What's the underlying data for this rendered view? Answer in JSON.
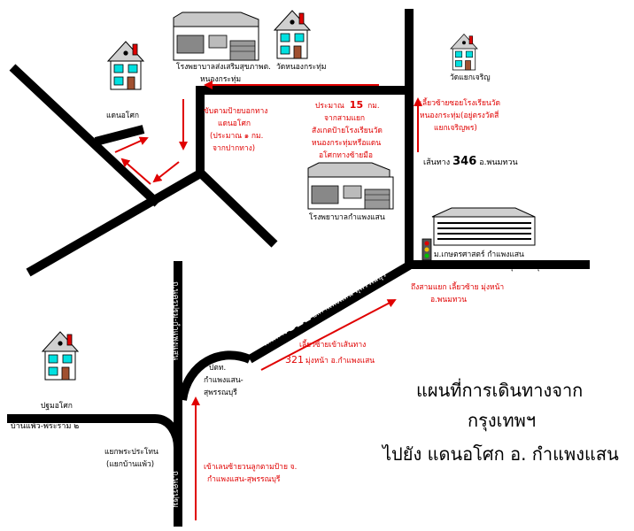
{
  "title": {
    "line1": "แผนที่การเดินทางจาก",
    "line2": "กรุงเทพฯ",
    "line3": "ไปยัง แดนอโศก อ. กำแพงแสน"
  },
  "places": {
    "daen_asok": "แดนอโศก",
    "pathom_asok": "ปฐมอโศก",
    "hospital_health": "โรงพยาบาลส่งเสริมสุขภาพต.",
    "hospital_health_2": "หนองกระทุ่ม",
    "wat_nongkrathum": "วัดหนองกระทุ่ม",
    "wat_charoen": "วัดแยกเจริญ",
    "hospital_kamphaengsaen": "โรงพยาบาลกำแพงแสน",
    "kasetsart": "ม.เกษตรศาสตร์ กำแพงแสน",
    "ptt_1": "ปตท.",
    "ptt_2": "กำแพงแสน-",
    "ptt_3": "สุพรรณบุรี",
    "junction_1": "แยกพระประโทน",
    "junction_2": "(แยกบ้านแพ้ว)"
  },
  "roads": {
    "banphaeo": "บ้านแพ้ว-พระราม ๒",
    "suphan_right": "จ.สุพรรณบุรี",
    "route_346_prefix": "เส้นทาง",
    "route_346_num": "346",
    "route_346_suffix": "อ.พนมทวน",
    "route_321_prefix": "เส้นทาง",
    "route_321_num": "321",
    "route_321_suffix": "อ.กำแพงแสน-สุพรรณบุรี",
    "vertical_top": "ถ.นครปฐม-กำแพงแสน",
    "vertical_bottom": "ถ.นครปฐม"
  },
  "directions": {
    "d1_l1": "ขับตามป้ายบอกทาง",
    "d1_l2": "แดนอโศก",
    "d1_l3": "(ประมาณ ๑ กม.",
    "d1_l4": "จากปากทาง)",
    "d2_l1_a": "ประมาณ",
    "d2_l1_num": "15",
    "d2_l1_b": "กม.",
    "d2_l2": "จากสามแยก",
    "d2_l3": "สังเกตป้ายโรงเรียนวัด",
    "d2_l4": "หนองกระทุ่มหรือแดน",
    "d2_l5": "อโศกทางซ้ายมือ",
    "d3_l1": "เลี้ยวซ้ายซอยโรงเรียนวัด",
    "d3_l2": "หนองกระทุ่ม(อยู่ตรงวัดสี่",
    "d3_l3": "แยกเจริญพร)",
    "d4_l1": "ถึงสามแยก เลี้ยวซ้าย มุ่งหน้า",
    "d4_l2": "อ.พนมทวน",
    "d5_l1": "เลี้ยวซ้ายเข้าเส้นทาง",
    "d5_l2_num": "321",
    "d5_l2": "มุ่งหน้า อ.กำแพงแสน",
    "d6_l1": "เข้าเลนซ้ายวนลูกตามป้าย จ.",
    "d6_l2": "กำแพงแสน-สุพรรณบุรี"
  },
  "colors": {
    "road": "#000000",
    "arrow": "#e00000",
    "window": "#00e0e0",
    "chimney": "#e00000",
    "house_body": "#ffffff",
    "roof": "#b0b0b0"
  }
}
